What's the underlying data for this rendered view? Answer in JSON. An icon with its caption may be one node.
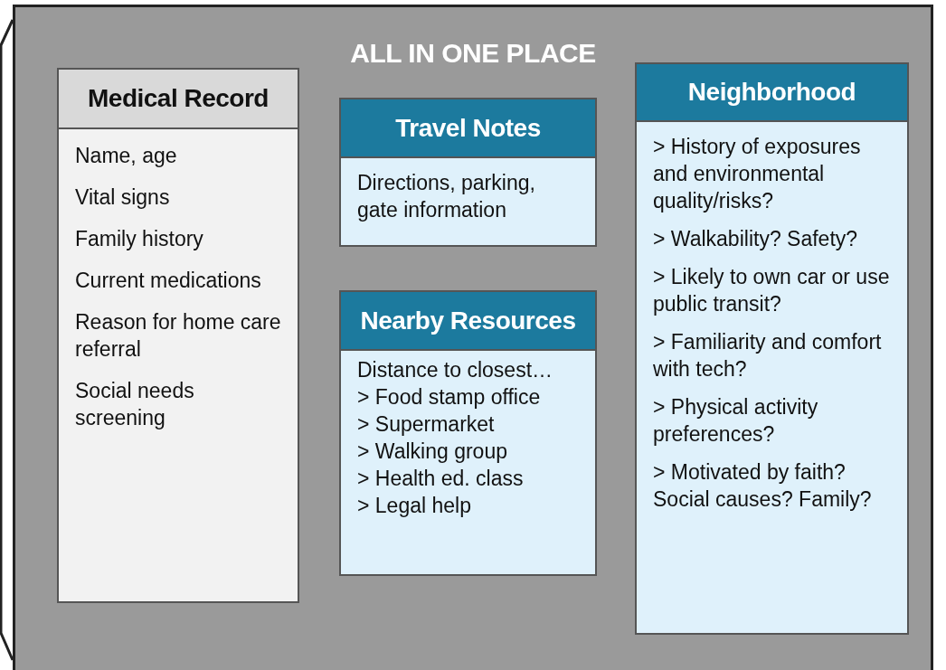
{
  "diagram": {
    "nodes": [
      {
        "text": [
          "ALL IN ONE PLACE"
        ]
      },
      {
        "text": [
          "Medical Record",
          "Name, age",
          "Vital signs",
          "Family history",
          "Current medications",
          "Reason for home care referral",
          "Social needs screening"
        ],
        "in": 0
      },
      {
        "text": [
          "Travel Notes",
          "Directions, parking, gate information"
        ],
        "in": 0
      },
      {
        "text": [
          "Nearby Resources",
          "Distance to closest…",
          "> Food stamp office",
          "> Supermarket",
          "> Walking group",
          "> Health ed. class",
          "> Legal help"
        ],
        "in": 0
      },
      {
        "text": [
          "Neighborhood",
          "> History of exposures and environmental quality/risks?",
          "> Walkability? Safety?",
          "> Likely to own car or use public transit?",
          "> Familiarity and comfort with tech?",
          "> Physical activity preferences?",
          "> Motivated by faith? Social causes? Family?"
        ],
        "in": 0
      }
    ]
  }
}
